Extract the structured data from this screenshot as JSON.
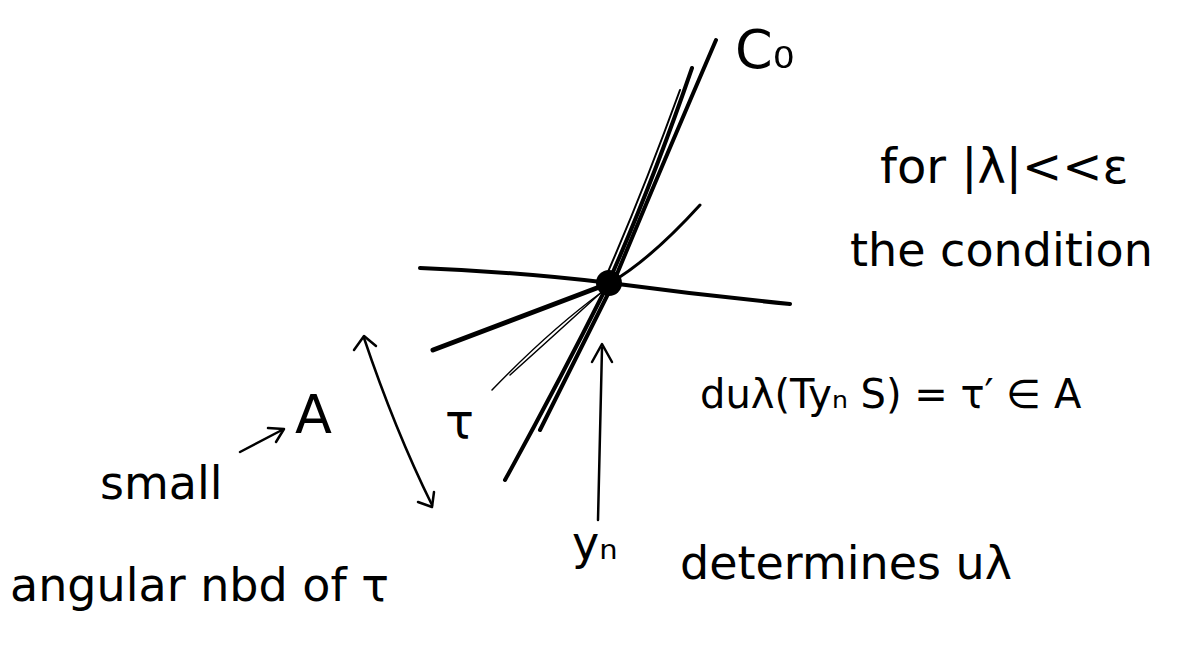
{
  "diagram": {
    "labels": [
      "C₀",
      "for |λ|<<ε",
      "the condition",
      "duλ(Tyₙ S) = τ′ ∈ A",
      "yₙ",
      "determines uλ",
      "τ",
      "A",
      "small",
      "angular nbd of τ"
    ]
  }
}
